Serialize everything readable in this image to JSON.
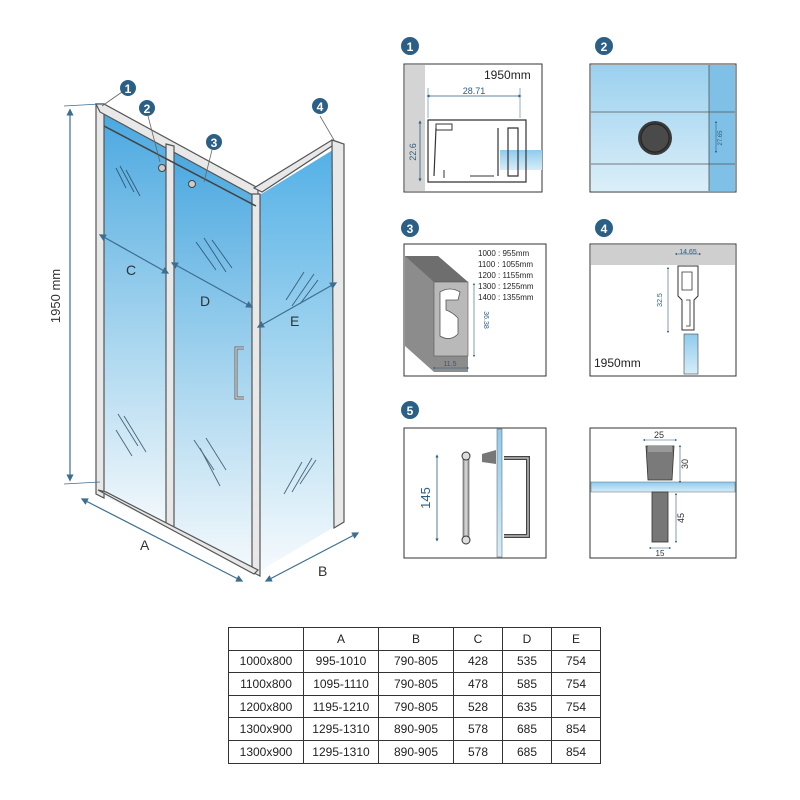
{
  "colors": {
    "glass_top": "#5ab4e8",
    "glass_bottom": "#f2f8fb",
    "accent": "#2c5f86",
    "dimension_line": "#3d6e8f",
    "profile_grey": "#9a9a9a",
    "panel_bg": "#dcdcdc"
  },
  "main": {
    "height_label": "1950 mm",
    "label_a": "A",
    "label_b": "B",
    "label_c": "C",
    "label_d": "D",
    "label_e": "E",
    "callout_1": "1",
    "callout_2": "2",
    "callout_3": "3",
    "callout_4": "4"
  },
  "details": {
    "d1": {
      "badge": "1",
      "height": "1950mm",
      "width_dim": "28.71",
      "height_dim": "22.6"
    },
    "d2": {
      "badge": "2",
      "dim": "27.65"
    },
    "d3": {
      "badge": "3",
      "table": [
        "1000 : 955mm",
        "1100 : 1055mm",
        "1200 : 1155mm",
        "1300 : 1255mm",
        "1400 : 1355mm"
      ],
      "h_dim": "36.38",
      "w_dim": "11.5"
    },
    "d4": {
      "badge": "4",
      "top_dim": "14.65",
      "side_dim": "32.5",
      "height": "1950mm"
    },
    "d5": {
      "badge": "5",
      "dim": "145"
    },
    "d6": {
      "top_dim": "25",
      "dim_30": "30",
      "dim_45": "45",
      "dim_15": "15"
    }
  },
  "spec_table": {
    "headers": [
      "",
      "A",
      "B",
      "C",
      "D",
      "E"
    ],
    "rows": [
      [
        "1000x800",
        "995-1010",
        "790-805",
        "428",
        "535",
        "754"
      ],
      [
        "1100x800",
        "1095-1110",
        "790-805",
        "478",
        "585",
        "754"
      ],
      [
        "1200x800",
        "1195-1210",
        "790-805",
        "528",
        "635",
        "754"
      ],
      [
        "1300x900",
        "1295-1310",
        "890-905",
        "578",
        "685",
        "854"
      ],
      [
        "1300x900",
        "1295-1310",
        "890-905",
        "578",
        "685",
        "854"
      ]
    ]
  }
}
